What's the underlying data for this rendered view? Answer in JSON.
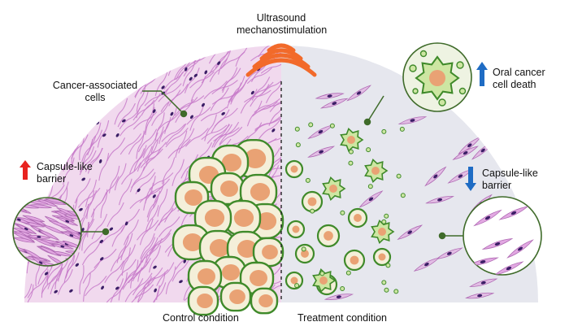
{
  "top_label_line1": "Ultrasound",
  "top_label_line2": "mechanostimulation",
  "caf_label_line1": "Cancer-associated",
  "caf_label_line2": "cells",
  "left_barrier_line1": "Capsule-like",
  "left_barrier_line2": "barrier",
  "right_death_line1": "Oral cancer",
  "right_death_line2": "cell death",
  "right_barrier_line1": "Capsule-like",
  "right_barrier_line2": "barrier",
  "bottom_left": "Control condition",
  "bottom_right": "Treatment condition",
  "colors": {
    "up_arrow": "#e8231f",
    "down_arrow": "#1f6cc4",
    "up_arrow_blue": "#1f6cc4",
    "ultrasound_waves": "#f26a2a",
    "left_bg": "#f1d9ee",
    "right_bg": "#e6e7ee",
    "fiber": "#c77ac9",
    "nucleus": "#3b1e66",
    "tumor_outline": "#3f8a2a",
    "tumor_fill": "#f4efd9",
    "tumor_nucleus": "#e9a274",
    "callout_line": "#3f6b2a"
  }
}
